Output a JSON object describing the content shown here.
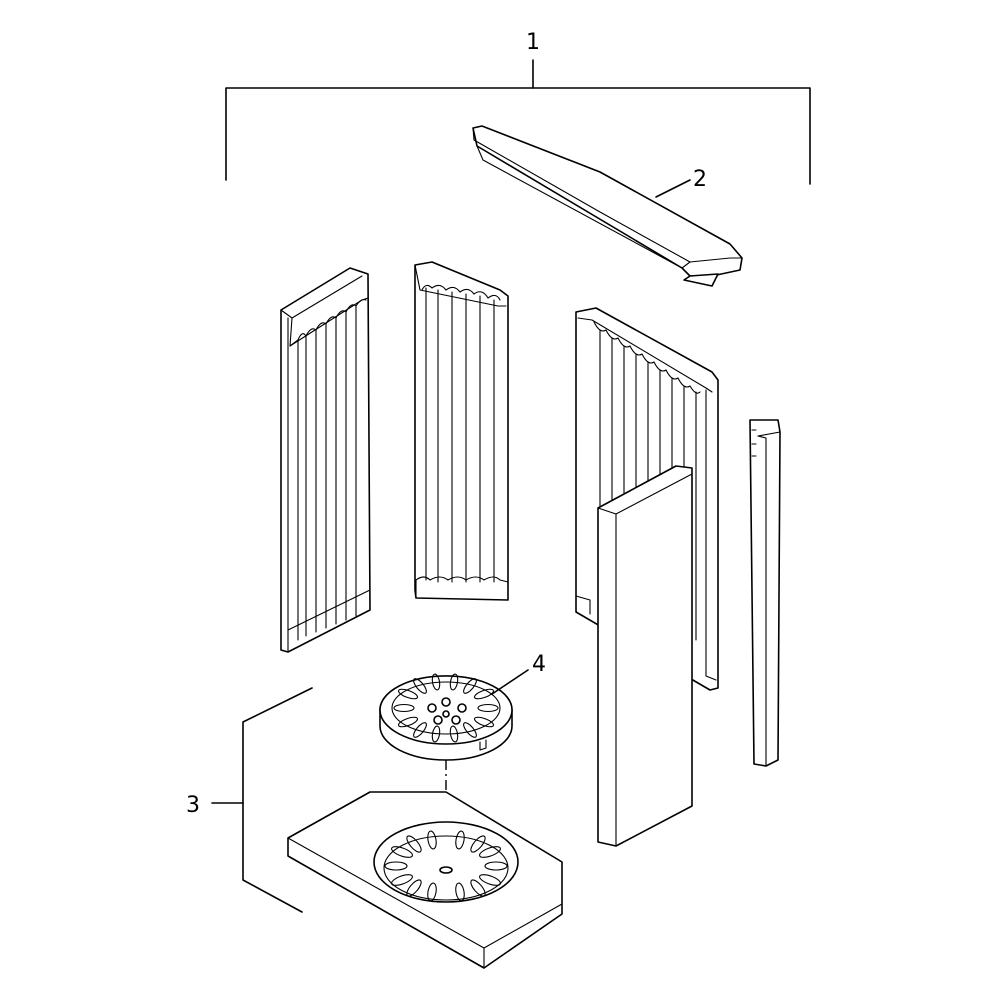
{
  "callouts": {
    "assembly": "1",
    "top_baffle": "2",
    "base_plate": "3",
    "grate": "4"
  }
}
